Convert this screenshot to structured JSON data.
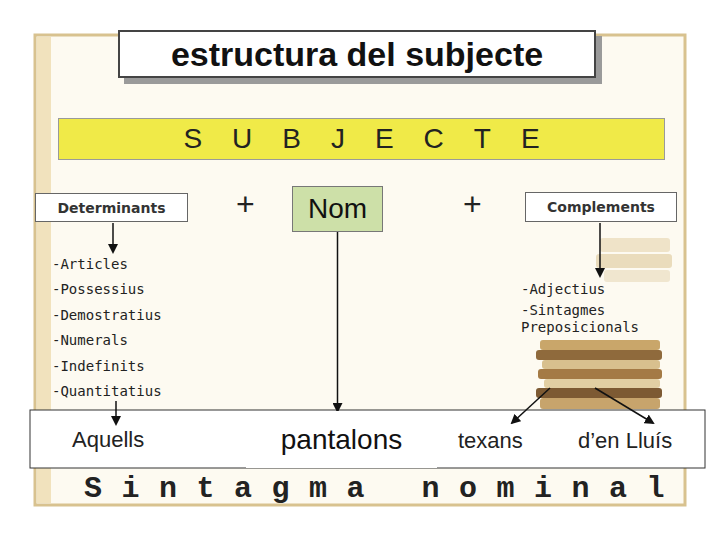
{
  "diagram": {
    "title": "estructura del subjecte",
    "nodes": [
      {
        "text": [
          "SUBJECTE"
        ]
      },
      {
        "text": [
          "Determinants"
        ]
      },
      {
        "text": [
          "Nom"
        ]
      },
      {
        "text": [
          "Complements"
        ]
      },
      {
        "text": [
          "pantalons"
        ]
      }
    ],
    "edges": [
      {
        "from": 2,
        "to": 4,
        "arrow": "to"
      }
    ],
    "labels": [
      "+",
      "+",
      "-Articles",
      "-Possessius",
      "-Demostratius",
      "-Numerals",
      "-Indefinits",
      "-Quantitatius",
      "-Adjectius",
      "-Sintagmes Preposicionals",
      "Aquells",
      "texans",
      "d’en Lluís",
      "Sintagma nominal"
    ]
  }
}
